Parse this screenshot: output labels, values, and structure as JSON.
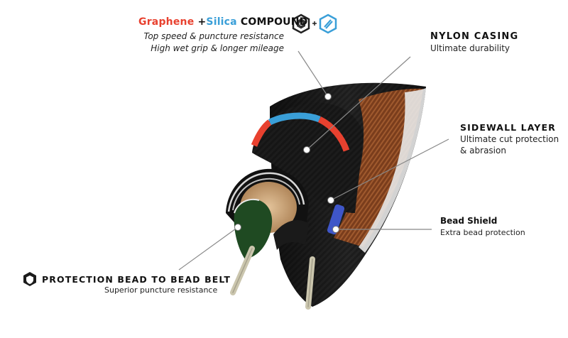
{
  "compound": {
    "graphene": "Graphene",
    "plus": " +",
    "silica": "Silica",
    "rest": " COMPOUND",
    "line1": "Top speed & puncture resistance",
    "line2": "High wet grip & longer mileage"
  },
  "nylon_casing": {
    "title": "NYLON CASING",
    "desc": "Ultimate durability"
  },
  "sidewall_layer": {
    "title": "SIDEWALL LAYER",
    "desc_line1": "Ultimate cut protection",
    "desc_line2": "& abrasion"
  },
  "bead_shield": {
    "title": "Bead Shield",
    "desc": "Extra bead  protection"
  },
  "protection_belt": {
    "title": "PROTECTION BEAD TO BEAD BELT",
    "desc": "Superior puncture resistance"
  },
  "icons": {
    "graphene": "graphene-icon",
    "plus": "plus-icon",
    "silica": "silica-icon",
    "shield": "shield-icon"
  },
  "colors": {
    "graphene_red": "#e8412f",
    "silica_blue": "#3a9fd8",
    "casing_copper": "#8a4a22",
    "bead_shield_blue": "#3f56c8",
    "protection_green": "#1f4a22",
    "tread_black": "#1c1c1c"
  }
}
